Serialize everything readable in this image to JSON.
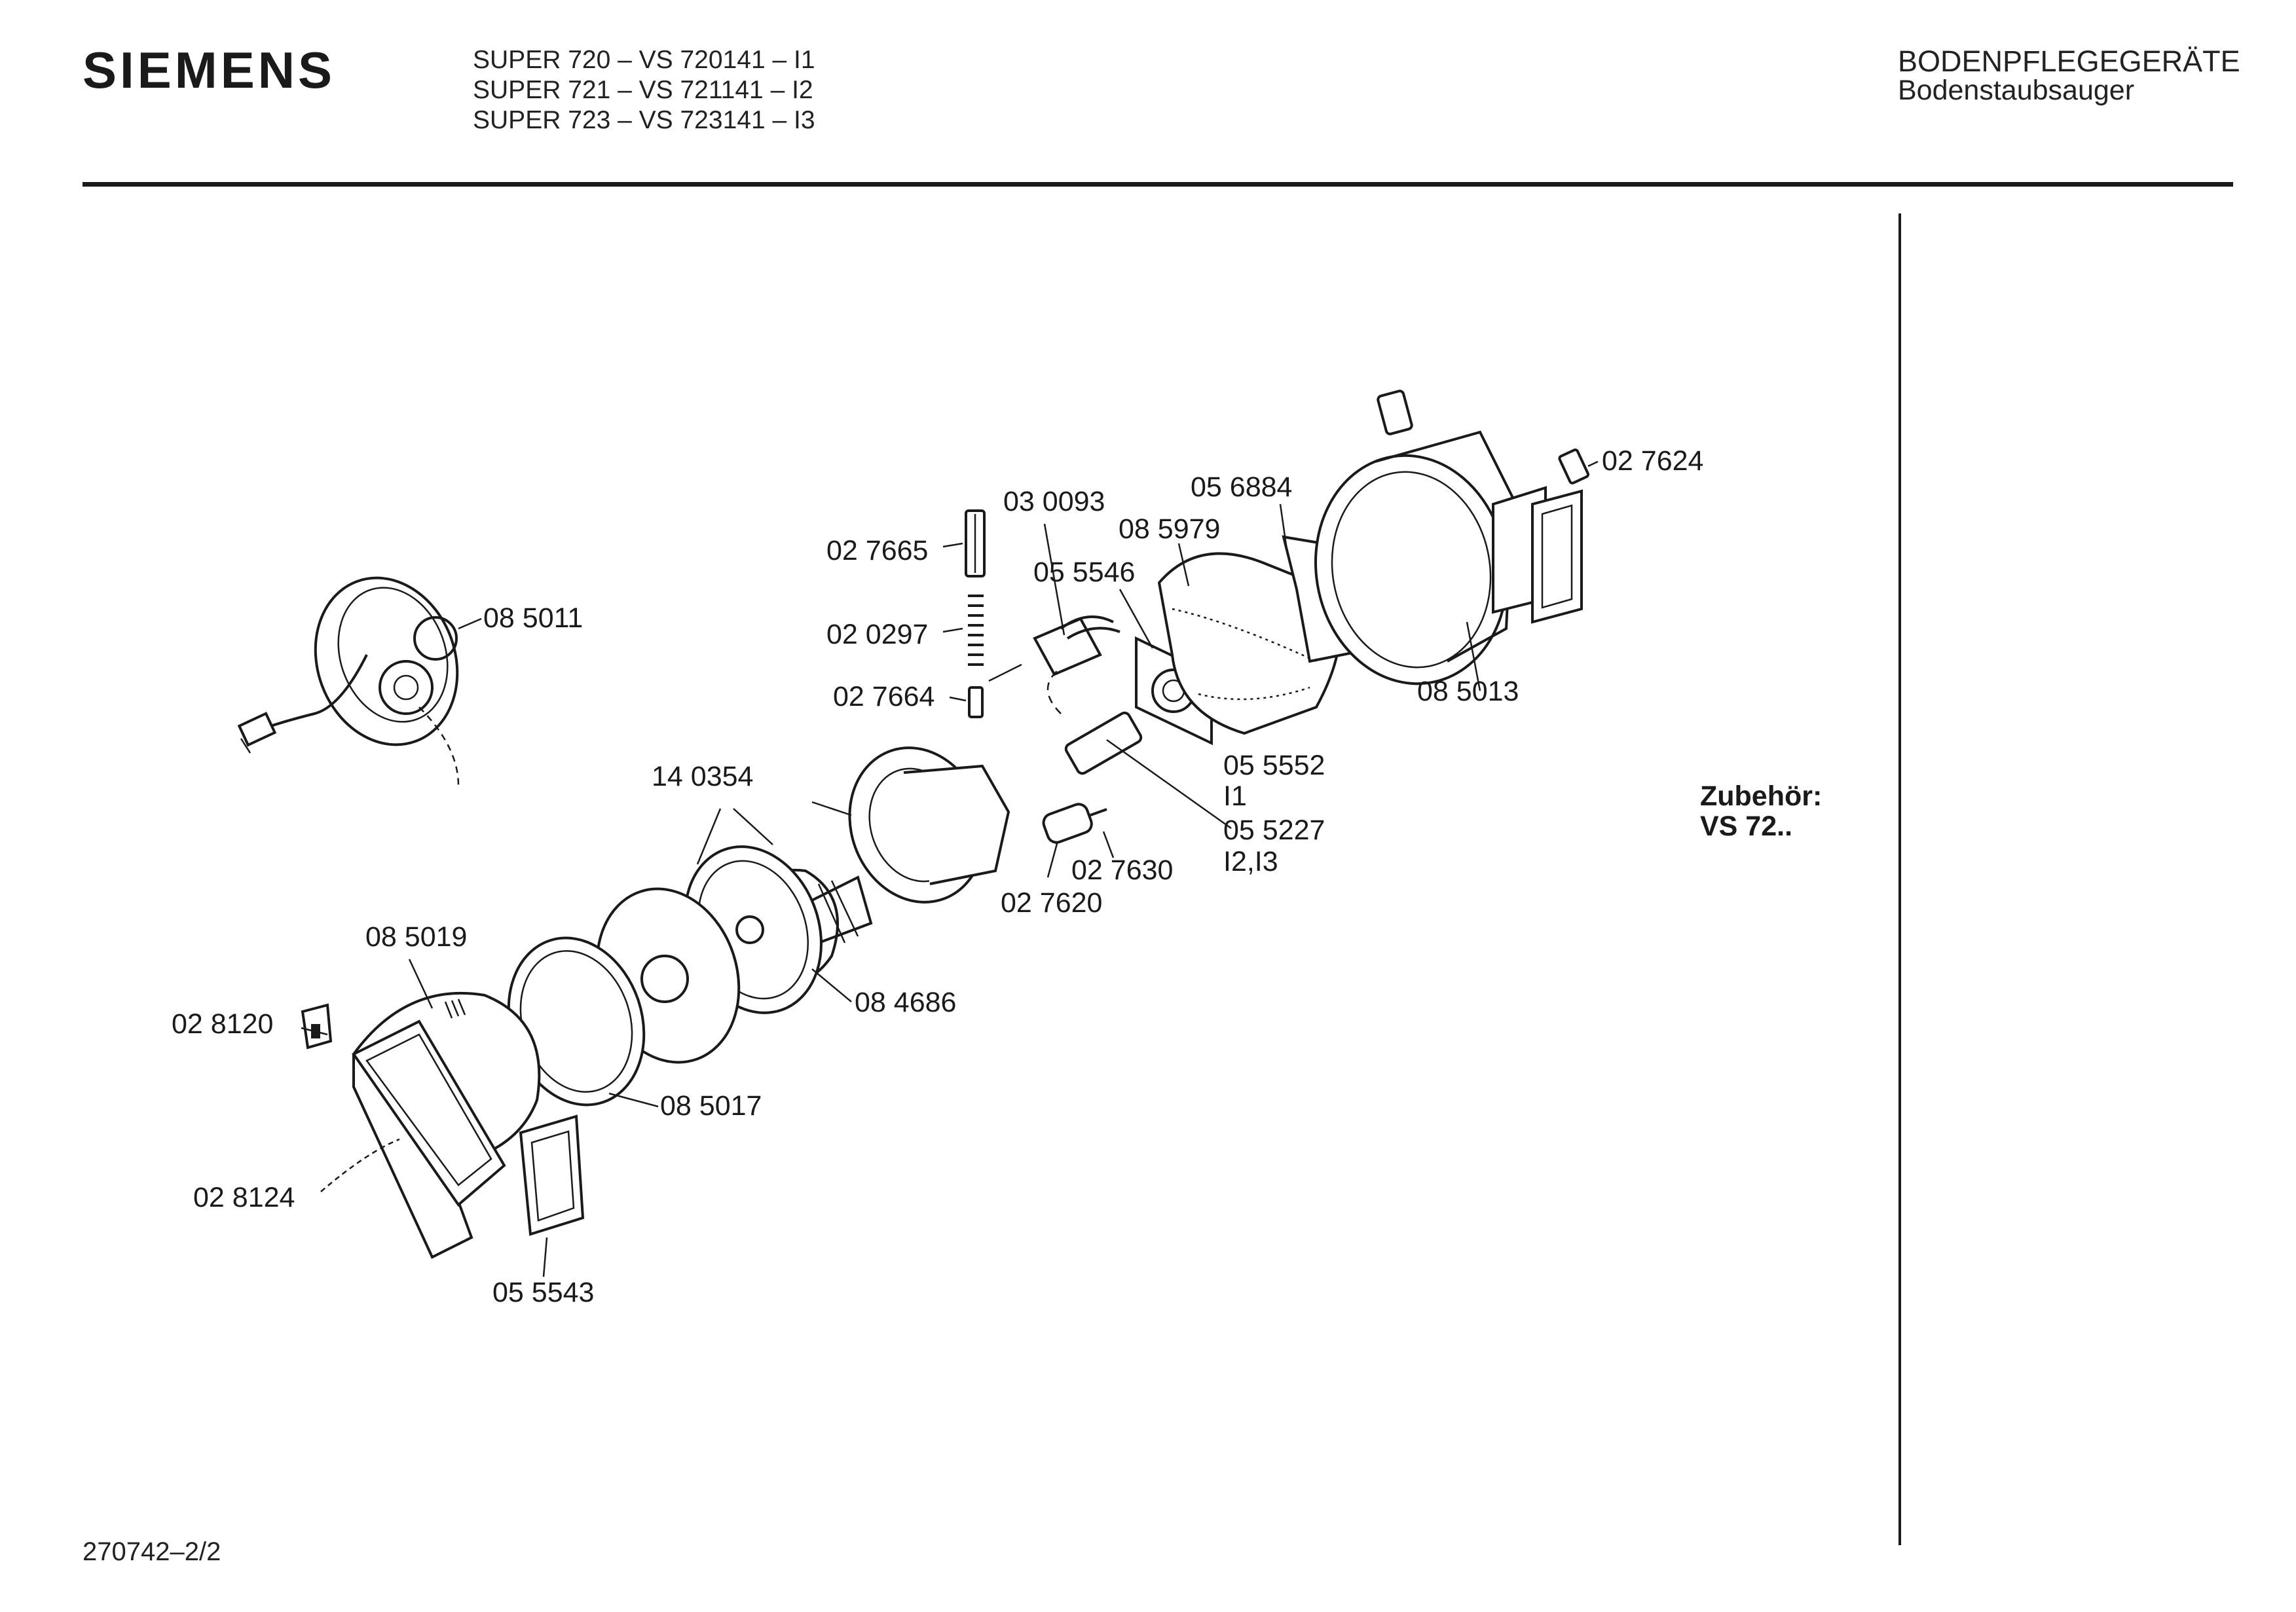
{
  "header": {
    "brand": "SIEMENS",
    "models": [
      "SUPER 720 – VS 720141 – I1",
      "SUPER 721 – VS 721141 – I2",
      "SUPER 723 – VS 723141 – I3"
    ],
    "category": "BODENPFLEGEGERÄTE",
    "subcategory": "Bodenstaubsauger"
  },
  "accessories": {
    "title": "Zubehör:",
    "item": "VS 72.."
  },
  "footer": {
    "code": "270742–2/2"
  },
  "parts": {
    "p_085011": "08 5011",
    "p_027665": "02 7665",
    "p_020297": "02 0297",
    "p_027664": "02 7664",
    "p_030093": "03 0093",
    "p_055546": "05 5546",
    "p_085979": "08 5979",
    "p_056884": "05 6884",
    "p_027624": "02 7624",
    "p_085013": "08 5013",
    "p_055552": "05 5552",
    "v_i1": "I1",
    "p_055227": "05 5227",
    "v_i2i3": "I2,I3",
    "p_140354": "14 0354",
    "p_027630": "02 7630",
    "p_027620": "02 7620",
    "p_085019": "08 5019",
    "p_028120": "02 8120",
    "p_084686": "08 4686",
    "p_085017": "08 5017",
    "p_028124": "02 8124",
    "p_055543": "05 5543"
  }
}
